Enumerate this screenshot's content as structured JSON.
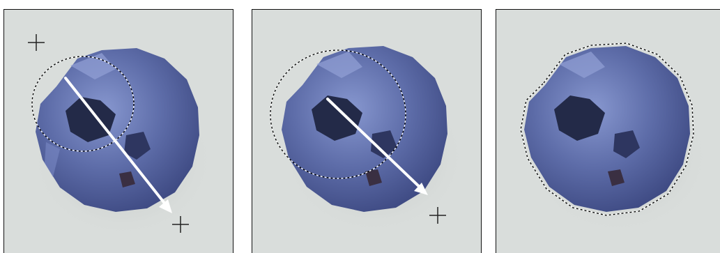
{
  "figure": {
    "panels": [
      {
        "id": "panel-1",
        "step": "drag-start",
        "cursor": "crosshair-icon"
      },
      {
        "id": "panel-2",
        "step": "drag-continue",
        "cursor": "crosshair-icon"
      },
      {
        "id": "panel-3",
        "step": "selection-result",
        "cursor": ""
      }
    ],
    "colors": {
      "background": "#d8dcda",
      "berry": "#5a6aa6",
      "berry_dark": "#2e3660",
      "berry_highlight": "#8d9bd0",
      "arrow": "#ffffff",
      "marquee": "#000000"
    },
    "icons": [
      "crosshair-icon",
      "drag-arrow-icon",
      "selection-marquee-icon"
    ]
  }
}
